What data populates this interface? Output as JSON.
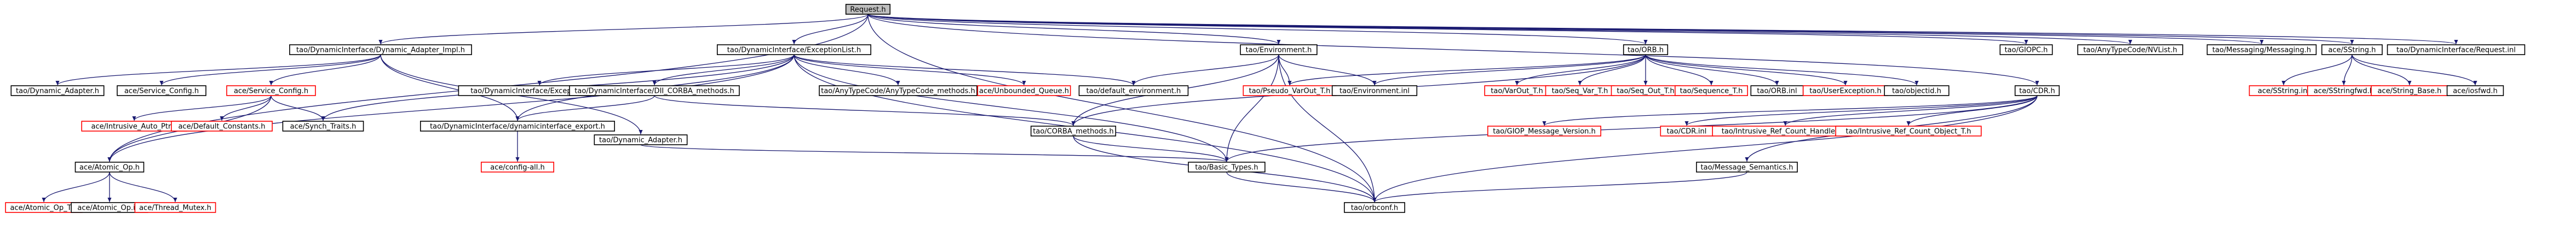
{
  "colors": {
    "edge": "#191970",
    "node_border_black": "#000000",
    "node_border_red": "#ff0000",
    "root_fill": "#bfbfbf",
    "node_fill": "#ffffff"
  },
  "nodes": [
    {
      "id": "n_request",
      "label": "Request.h",
      "style": "root"
    },
    {
      "id": "n_dyn_adapter_impl",
      "label": "tao/DynamicInterface/Dynamic_Adapter_Impl.h",
      "style": "black"
    },
    {
      "id": "n_exception_list",
      "label": "tao/DynamicInterface/ExceptionList.h",
      "style": "black"
    },
    {
      "id": "n_environment",
      "label": "tao/Environment.h",
      "style": "black"
    },
    {
      "id": "n_orb",
      "label": "tao/ORB.h",
      "style": "black"
    },
    {
      "id": "n_giop",
      "label": "tao/GIOPC.h",
      "style": "black"
    },
    {
      "id": "n_nvlist",
      "label": "tao/AnyTypeCode/NVList.h",
      "style": "black"
    },
    {
      "id": "n_messaging",
      "label": "tao/Messaging/Messaging.h",
      "style": "black"
    },
    {
      "id": "n_sstring",
      "label": "ace/SString.h",
      "style": "black"
    },
    {
      "id": "n_request_inl",
      "label": "tao/DynamicInterface/Request.inl",
      "style": "black"
    },
    {
      "id": "n_tao_dyn_adapter",
      "label": "tao/Dynamic_Adapter.h",
      "style": "black"
    },
    {
      "id": "n_ace_service_config",
      "label": "ace/Service_Config.h",
      "style": "black"
    },
    {
      "id": "n_ace_service_config_red",
      "label": "ace/Service_Config.h",
      "style": "red"
    },
    {
      "id": "n_intrusive_auto_ptr",
      "label": "ace/Intrusive_Auto_Ptr.h",
      "style": "red"
    },
    {
      "id": "n_default_constants",
      "label": "ace/Default_Constants.h",
      "style": "red"
    },
    {
      "id": "n_synch_traits",
      "label": "ace/Synch_Traits.h",
      "style": "black"
    },
    {
      "id": "n_atomic_op",
      "label": "ace/Atomic_Op.h",
      "style": "black"
    },
    {
      "id": "n_atomic_op_t",
      "label": "ace/Atomic_Op_T.h",
      "style": "red"
    },
    {
      "id": "n_atomic_op_inl",
      "label": "ace/Atomic_Op.inl",
      "style": "black"
    },
    {
      "id": "n_thread_mutex",
      "label": "ace/Thread_Mutex.h",
      "style": "red"
    },
    {
      "id": "n_exception_list_inl",
      "label": "tao/DynamicInterface/ExceptionList.inl",
      "style": "black"
    },
    {
      "id": "n_dii_corba_methods",
      "label": "tao/DynamicInterface/DII_CORBA_methods.h",
      "style": "black"
    },
    {
      "id": "n_dynamic_interface_export",
      "label": "tao/DynamicInterface/dynamicinterface_export.h",
      "style": "black"
    },
    {
      "id": "n_config_all",
      "label": "ace/config-all.h",
      "style": "red"
    },
    {
      "id": "n_anytc_corba_methods",
      "label": "tao/AnyTypeCode/AnyTypeCode_methods.h",
      "style": "black"
    },
    {
      "id": "n_unbounded_queue",
      "label": "ace/Unbounded_Queue.h",
      "style": "red"
    },
    {
      "id": "n_default_environment",
      "label": "tao/default_environment.h",
      "style": "black"
    },
    {
      "id": "n_tao_dynamic_adapter",
      "label": "tao/Dynamic_Adapter.h",
      "style": "black"
    },
    {
      "id": "n_corba_methods",
      "label": "tao/CORBA_methods.h",
      "style": "black"
    },
    {
      "id": "n_basic_types",
      "label": "tao/Basic_Types.h",
      "style": "black"
    },
    {
      "id": "n_orbconf",
      "label": "tao/orbconf.h",
      "style": "black"
    },
    {
      "id": "n_pseudo_varout",
      "label": "tao/Pseudo_VarOut_T.h",
      "style": "red"
    },
    {
      "id": "n_environment_inl",
      "label": "tao/Environment.inl",
      "style": "black"
    },
    {
      "id": "n_varout_t",
      "label": "tao/VarOut_T.h",
      "style": "red"
    },
    {
      "id": "n_seq_var_t",
      "label": "tao/Seq_Var_T.h",
      "style": "red"
    },
    {
      "id": "n_seq_out_t",
      "label": "tao/Seq_Out_T.h",
      "style": "red"
    },
    {
      "id": "n_sequence_t",
      "label": "tao/Sequence_T.h",
      "style": "red"
    },
    {
      "id": "n_orb_inl",
      "label": "tao/ORB.inl",
      "style": "black"
    },
    {
      "id": "n_user_exception",
      "label": "tao/UserException.h",
      "style": "red"
    },
    {
      "id": "n_objectid",
      "label": "tao/objectid.h",
      "style": "black"
    },
    {
      "id": "n_cdr",
      "label": "tao/CDR.h",
      "style": "black"
    },
    {
      "id": "n_giop_message_version",
      "label": "tao/GIOP_Message_Version.h",
      "style": "red"
    },
    {
      "id": "n_cdr_inl",
      "label": "tao/CDR.inl",
      "style": "red"
    },
    {
      "id": "n_intrusive_ref_count_handle",
      "label": "tao/Intrusive_Ref_Count_Handle_T.h",
      "style": "red"
    },
    {
      "id": "n_intrusive_ref_count_object",
      "label": "tao/Intrusive_Ref_Count_Object_T.h",
      "style": "red"
    },
    {
      "id": "n_message_semantics",
      "label": "tao/Message_Semantics.h",
      "style": "black"
    },
    {
      "id": "n_sstring_inl",
      "label": "ace/SString.inl",
      "style": "red"
    },
    {
      "id": "n_sstringfwd",
      "label": "ace/SStringfwd.h",
      "style": "red"
    },
    {
      "id": "n_string_base",
      "label": "ace/String_Base.h",
      "style": "red"
    },
    {
      "id": "n_iosfwd",
      "label": "ace/iosfwd.h",
      "style": "black"
    }
  ],
  "edges": [
    [
      "n_request",
      "n_dyn_adapter_impl"
    ],
    [
      "n_request",
      "n_exception_list"
    ],
    [
      "n_request",
      "n_environment"
    ],
    [
      "n_request",
      "n_orb"
    ],
    [
      "n_request",
      "n_giop"
    ],
    [
      "n_request",
      "n_nvlist"
    ],
    [
      "n_request",
      "n_messaging"
    ],
    [
      "n_request",
      "n_sstring"
    ],
    [
      "n_request",
      "n_request_inl"
    ],
    [
      "n_request",
      "n_cdr"
    ],
    [
      "n_request",
      "n_orbconf"
    ],
    [
      "n_request",
      "n_atomic_op"
    ],
    [
      "n_dyn_adapter_impl",
      "n_tao_dyn_adapter"
    ],
    [
      "n_dyn_adapter_impl",
      "n_ace_service_config"
    ],
    [
      "n_dyn_adapter_impl",
      "n_ace_service_config_red"
    ],
    [
      "n_dyn_adapter_impl",
      "n_dynamic_interface_export"
    ],
    [
      "n_dyn_adapter_impl",
      "n_tao_dynamic_adapter"
    ],
    [
      "n_ace_service_config_red",
      "n_intrusive_auto_ptr"
    ],
    [
      "n_ace_service_config_red",
      "n_default_constants"
    ],
    [
      "n_ace_service_config_red",
      "n_synch_traits"
    ],
    [
      "n_ace_service_config_red",
      "n_atomic_op"
    ],
    [
      "n_atomic_op",
      "n_atomic_op_t"
    ],
    [
      "n_atomic_op",
      "n_atomic_op_inl"
    ],
    [
      "n_atomic_op",
      "n_thread_mutex"
    ],
    [
      "n_exception_list",
      "n_exception_list_inl"
    ],
    [
      "n_exception_list",
      "n_dii_corba_methods"
    ],
    [
      "n_exception_list",
      "n_dynamic_interface_export"
    ],
    [
      "n_exception_list",
      "n_anytc_corba_methods"
    ],
    [
      "n_exception_list",
      "n_unbounded_queue"
    ],
    [
      "n_exception_list",
      "n_default_environment"
    ],
    [
      "n_exception_list",
      "n_synch_traits"
    ],
    [
      "n_exception_list",
      "n_atomic_op"
    ],
    [
      "n_exception_list",
      "n_basic_types"
    ],
    [
      "n_exception_list",
      "n_orbconf"
    ],
    [
      "n_dii_corba_methods",
      "n_dynamic_interface_export"
    ],
    [
      "n_dii_corba_methods",
      "n_corba_methods"
    ],
    [
      "n_dynamic_interface_export",
      "n_config_all"
    ],
    [
      "n_tao_dynamic_adapter",
      "n_basic_types"
    ],
    [
      "n_environment",
      "n_default_environment"
    ],
    [
      "n_environment",
      "n_pseudo_varout"
    ],
    [
      "n_environment",
      "n_environment_inl"
    ],
    [
      "n_environment",
      "n_corba_methods"
    ],
    [
      "n_environment",
      "n_basic_types"
    ],
    [
      "n_environment",
      "n_orbconf"
    ],
    [
      "n_corba_methods",
      "n_basic_types"
    ],
    [
      "n_corba_methods",
      "n_orbconf"
    ],
    [
      "n_basic_types",
      "n_orbconf"
    ],
    [
      "n_orb",
      "n_varout_t"
    ],
    [
      "n_orb",
      "n_seq_var_t"
    ],
    [
      "n_orb",
      "n_seq_out_t"
    ],
    [
      "n_orb",
      "n_sequence_t"
    ],
    [
      "n_orb",
      "n_orb_inl"
    ],
    [
      "n_orb",
      "n_user_exception"
    ],
    [
      "n_orb",
      "n_objectid"
    ],
    [
      "n_orb",
      "n_pseudo_varout"
    ],
    [
      "n_orb",
      "n_environment_inl"
    ],
    [
      "n_orb",
      "n_corba_methods"
    ],
    [
      "n_cdr",
      "n_giop_message_version"
    ],
    [
      "n_cdr",
      "n_cdr_inl"
    ],
    [
      "n_cdr",
      "n_intrusive_ref_count_handle"
    ],
    [
      "n_cdr",
      "n_intrusive_ref_count_object"
    ],
    [
      "n_cdr",
      "n_message_semantics"
    ],
    [
      "n_cdr",
      "n_basic_types"
    ],
    [
      "n_cdr",
      "n_orbconf"
    ],
    [
      "n_message_semantics",
      "n_orbconf"
    ],
    [
      "n_sstring",
      "n_sstring_inl"
    ],
    [
      "n_sstring",
      "n_sstringfwd"
    ],
    [
      "n_sstring",
      "n_string_base"
    ],
    [
      "n_sstring",
      "n_iosfwd"
    ]
  ]
}
